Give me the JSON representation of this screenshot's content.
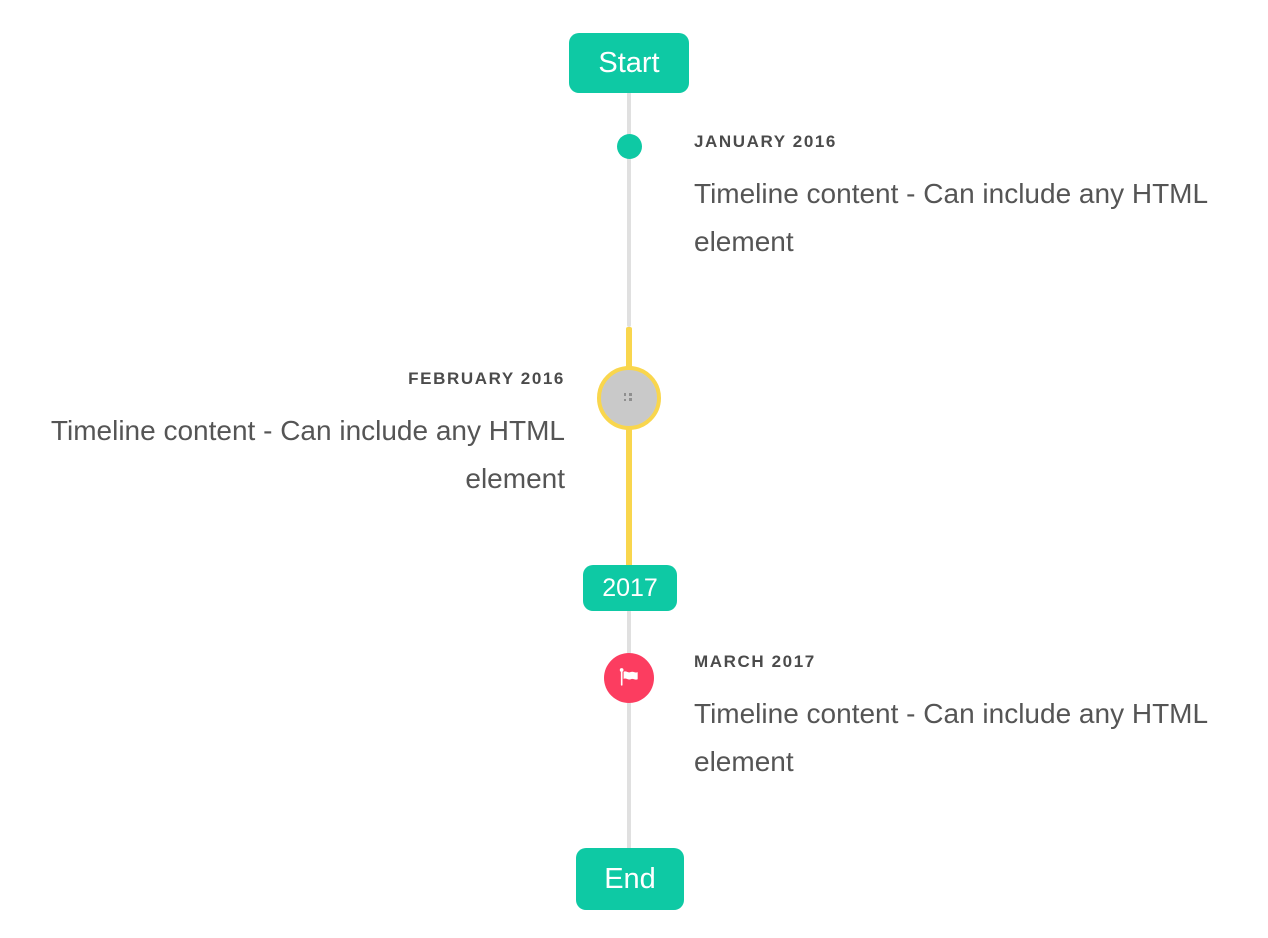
{
  "timeline": {
    "start_label": "Start",
    "end_label": "End",
    "year_badge": "2017",
    "events": [
      {
        "date": "JANUARY 2016",
        "content": "Timeline content - Can include any HTML element",
        "side": "right",
        "marker": "dot"
      },
      {
        "date": "FEBRUARY 2016",
        "content": "Timeline content - Can include any HTML element",
        "side": "left",
        "marker": "broken-image-icon"
      },
      {
        "date": "MARCH 2017",
        "content": "Timeline content - Can include any HTML element",
        "side": "right",
        "marker": "flag-icon"
      }
    ],
    "colors": {
      "accent_teal": "#0ec9a4",
      "highlight_yellow": "#f9d64d",
      "line_gray": "#e0e0e0",
      "marker_red": "#fc3d60",
      "marker_gray": "#c9c9c9",
      "heading_text": "#4b4b4b",
      "body_text": "#555555"
    }
  }
}
